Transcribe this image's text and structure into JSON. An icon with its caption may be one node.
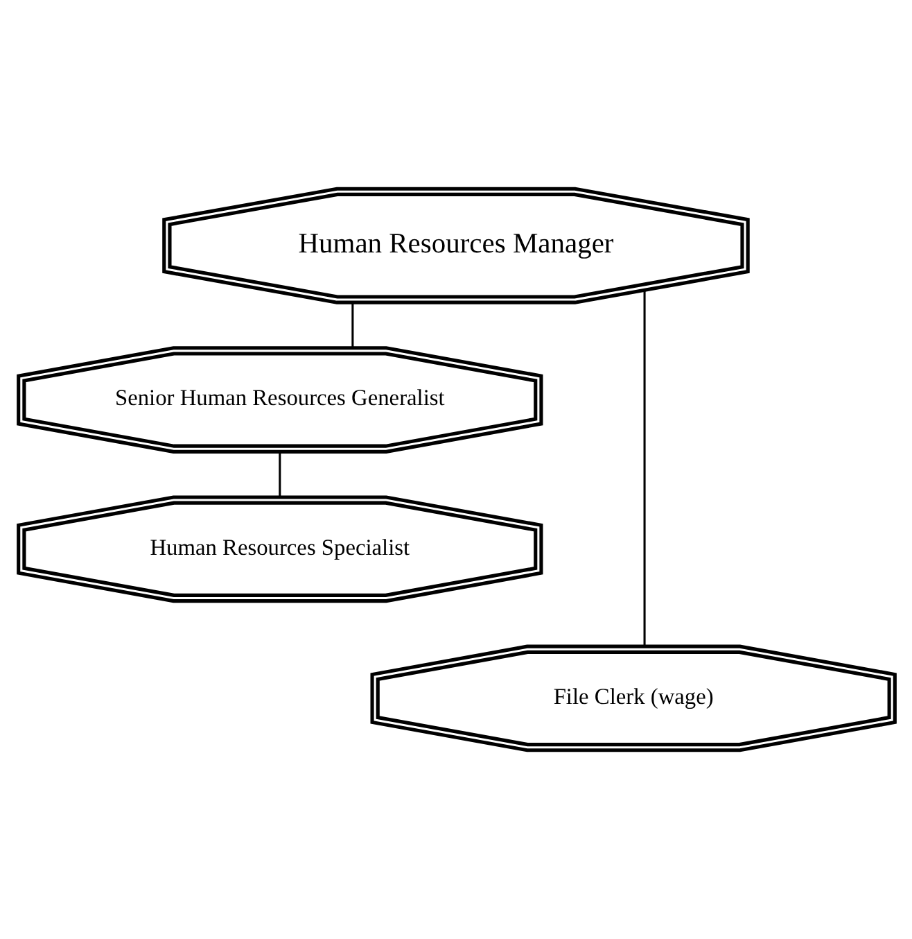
{
  "diagram": {
    "nodes": [
      {
        "text": [
          "Human Resources Manager"
        ]
      },
      {
        "text": [
          "Senior Human Resources Generalist"
        ]
      },
      {
        "text": [
          "Human Resources Specialist"
        ]
      },
      {
        "text": [
          "File Clerk (wage)"
        ]
      }
    ],
    "edges": [
      {
        "from": 0,
        "to": 1,
        "arrow": "none"
      },
      {
        "from": 1,
        "to": 2,
        "arrow": "none"
      },
      {
        "from": 0,
        "to": 3,
        "arrow": "none"
      }
    ]
  }
}
